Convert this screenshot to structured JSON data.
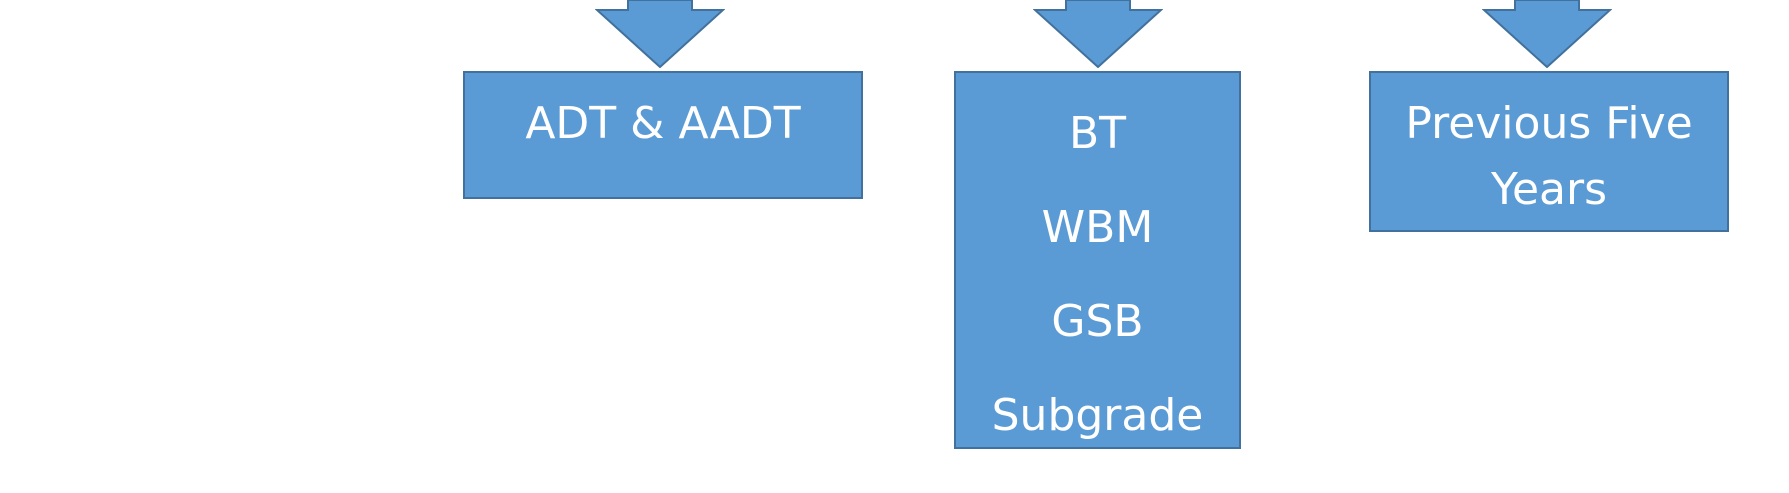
{
  "colors": {
    "box_fill": "#5b9bd5",
    "box_border": "#41719c",
    "text": "#ffffff"
  },
  "boxes": [
    {
      "lines": [
        "ADT & AADT"
      ]
    },
    {
      "lines": [
        "BT",
        "WBM",
        "GSB",
        "Subgrade"
      ]
    },
    {
      "lines": [
        "Previous Five",
        "Years"
      ]
    }
  ]
}
